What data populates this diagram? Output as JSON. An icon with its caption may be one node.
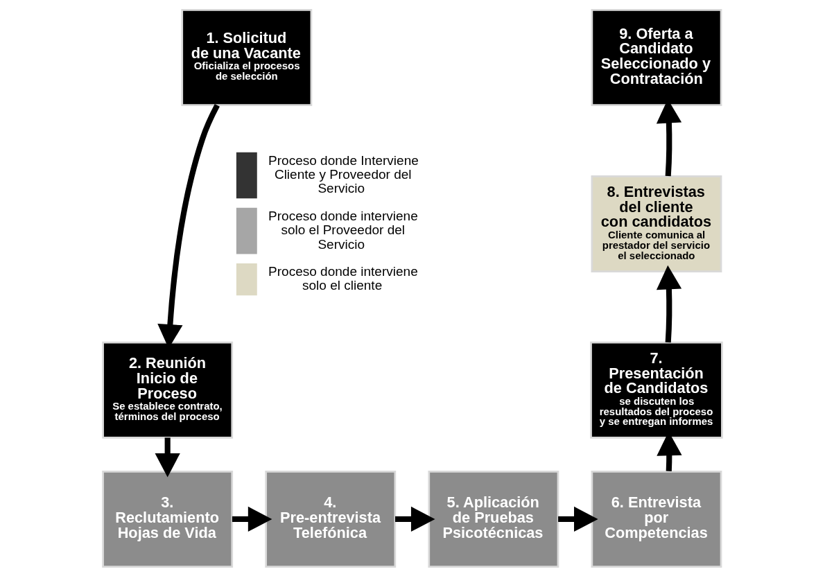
{
  "diagram": {
    "nodes": [
      {
        "text": [
          "1. Solicitud de una Vacante",
          "Oficializa el procesos de selección"
        ]
      },
      {
        "text": [
          "2. Reunión Inicio de Proceso",
          "Se establece contrato, términos del proceso"
        ]
      },
      {
        "text": [
          "3. Reclutamiento Hojas de Vida"
        ]
      },
      {
        "text": [
          "4. Pre-entrevista Telefónica"
        ]
      },
      {
        "text": [
          "5. Aplicación de Pruebas Psicotécnicas"
        ]
      },
      {
        "text": [
          "6. Entrevista por Competencias"
        ]
      },
      {
        "text": [
          "7. Presentación de Candidatos",
          "se discuten los resultados del proceso y se entregan informes"
        ]
      },
      {
        "text": [
          "8. Entrevistas del cliente con candidatos",
          "Cliente comunica al prestador del servicio el seleccionado"
        ]
      },
      {
        "text": [
          "9. Oferta a Candidato Seleccionado y Contratación"
        ]
      }
    ],
    "edges": [
      {
        "from": 0,
        "to": 1,
        "arrow": "to"
      },
      {
        "from": 1,
        "to": 2,
        "arrow": "to"
      },
      {
        "from": 2,
        "to": 3,
        "arrow": "to"
      },
      {
        "from": 3,
        "to": 4,
        "arrow": "to"
      },
      {
        "from": 4,
        "to": 5,
        "arrow": "to"
      },
      {
        "from": 5,
        "to": 6,
        "arrow": "to"
      },
      {
        "from": 6,
        "to": 7,
        "arrow": "to"
      },
      {
        "from": 7,
        "to": 8,
        "arrow": "to"
      }
    ],
    "legend": [
      {
        "text": "Proceso donde Interviene Cliente y Proveedor del Servicio",
        "color": "#333333"
      },
      {
        "text": "Proceso donde interviene solo el Proveedor del Servicio",
        "color": "#a6a6a6"
      },
      {
        "text": "Proceso donde interviene solo el cliente",
        "color": "#ddd9c3"
      }
    ]
  }
}
